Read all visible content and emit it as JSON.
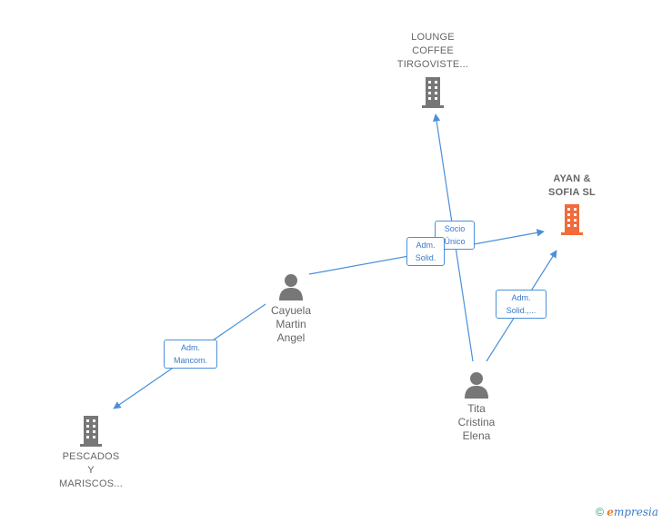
{
  "nodes": {
    "lounge": {
      "label": "LOUNGE\nCOFFEE\nTIRGOVISTE..."
    },
    "ayan": {
      "label": "AYAN &\nSOFIA  SL"
    },
    "pescados": {
      "label": "PESCADOS\nY\nMARISCOS..."
    },
    "cayuela": {
      "label": "Cayuela\nMartin\nAngel"
    },
    "tita": {
      "label": "Tita\nCristina\nElena"
    }
  },
  "edge_labels": {
    "socio": "Socio\nÚnico",
    "adm_solid_1": "Adm.\nSolid.",
    "adm_solid_2": "Adm.\nSolid.,...",
    "adm_mancom": "Adm.\nMancom."
  },
  "colors": {
    "edge": "#4a90d9",
    "company_gray": "#777777",
    "company_highlight": "#f26b3a",
    "person": "#777777"
  },
  "icons": {
    "company": "building-icon",
    "person": "person-icon"
  },
  "footer": {
    "copyright": "©",
    "brand_initial": "e",
    "brand_rest": "mpresia"
  }
}
